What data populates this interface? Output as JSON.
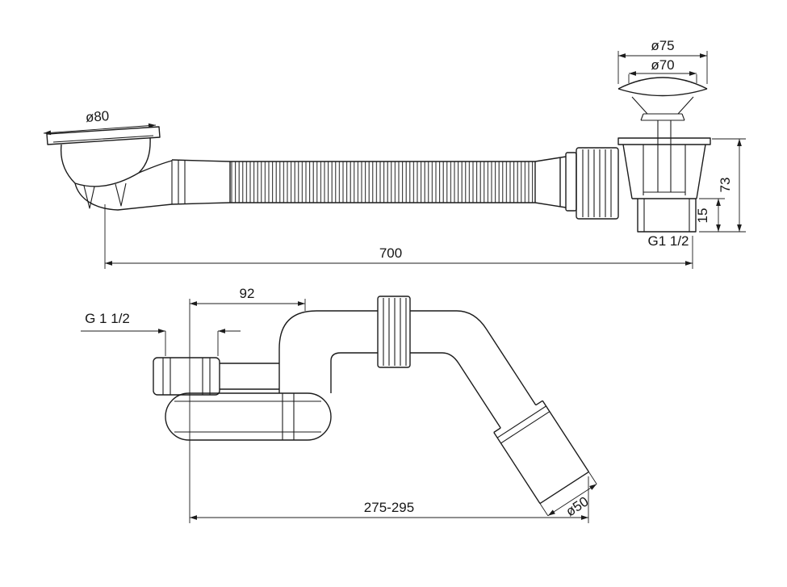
{
  "colors": {
    "background": "#ffffff",
    "line": "#1c1c1c",
    "text": "#161616"
  },
  "labels": {
    "dia80": "ø80",
    "dia75": "ø75",
    "dia70": "ø70",
    "dim73": "73",
    "dim15": "15",
    "thread_top": "G1 1/2",
    "dim700": "700",
    "dim92": "92",
    "thread_bottom": "G 1 1/2",
    "dia50": "ø50",
    "dim275_295": "275-295"
  }
}
